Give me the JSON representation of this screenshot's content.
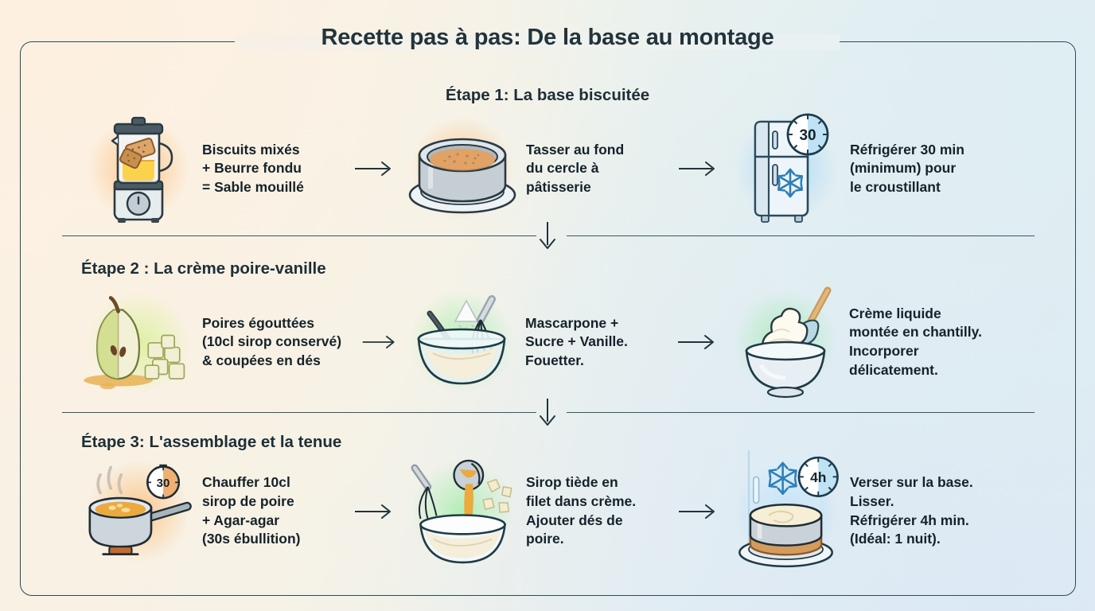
{
  "title": "Recette pas à pas: De la base au montage",
  "steps": [
    {
      "heading": "Étape 1: La base biscuitée",
      "items": [
        {
          "icon": "blender-icon",
          "text": "Biscuits mixés\n+ Beurre fondu\n= Sable mouillé"
        },
        {
          "icon": "tart-ring-icon",
          "text": "Tasser au fond\ndu cercle à\npâtisserie"
        },
        {
          "icon": "fridge-icon",
          "badge": "30",
          "text": "Réfrigérer 30 min\n(minimum) pour\nle croustillant"
        }
      ]
    },
    {
      "heading": "Étape 2 : La crème poire-vanille",
      "items": [
        {
          "icon": "pear-icon",
          "text": "Poires égouttées\n(10cl sirop conservé)\n& coupées en dés"
        },
        {
          "icon": "whisk-bowl-icon",
          "text": "Mascarpone +\nSucre + Vanille.\nFouetter."
        },
        {
          "icon": "whipped-cream-bowl-icon",
          "text": "Crème liquide\nmontée en chantilly.\nIncorporer\ndélicatement."
        }
      ]
    },
    {
      "heading": "Étape 3: L'assemblage et la tenue",
      "items": [
        {
          "icon": "saucepan-icon",
          "badge": "30",
          "text": "Chauffer 10cl\nsirop de poire\n+ Agar-agar\n(30s ébullition)"
        },
        {
          "icon": "pouring-syrup-bowl-icon",
          "text": "Sirop tiède en\nfilet dans crème.\nAjouter dés de\npoire."
        },
        {
          "icon": "finished-cake-icon",
          "badge": "4h",
          "text": "Verser sur la base.\nLisser.\nRéfrigérer 4h min.\n(Idéal: 1 nuit)."
        }
      ]
    }
  ],
  "connectors": {
    "right_arrow": "arrow-right-icon",
    "down_arrow": "arrow-down-icon"
  },
  "colors": {
    "ink": "#15222a",
    "frame": "#2f4a52",
    "title": "#22343c",
    "steel": "#c9d2d9",
    "biscuit": "#c98a4b",
    "syrup": "#e9a23b",
    "cream": "#f7f0dc",
    "pear_green": "#b9cf6a",
    "ice_blue": "#2d7fb8"
  }
}
